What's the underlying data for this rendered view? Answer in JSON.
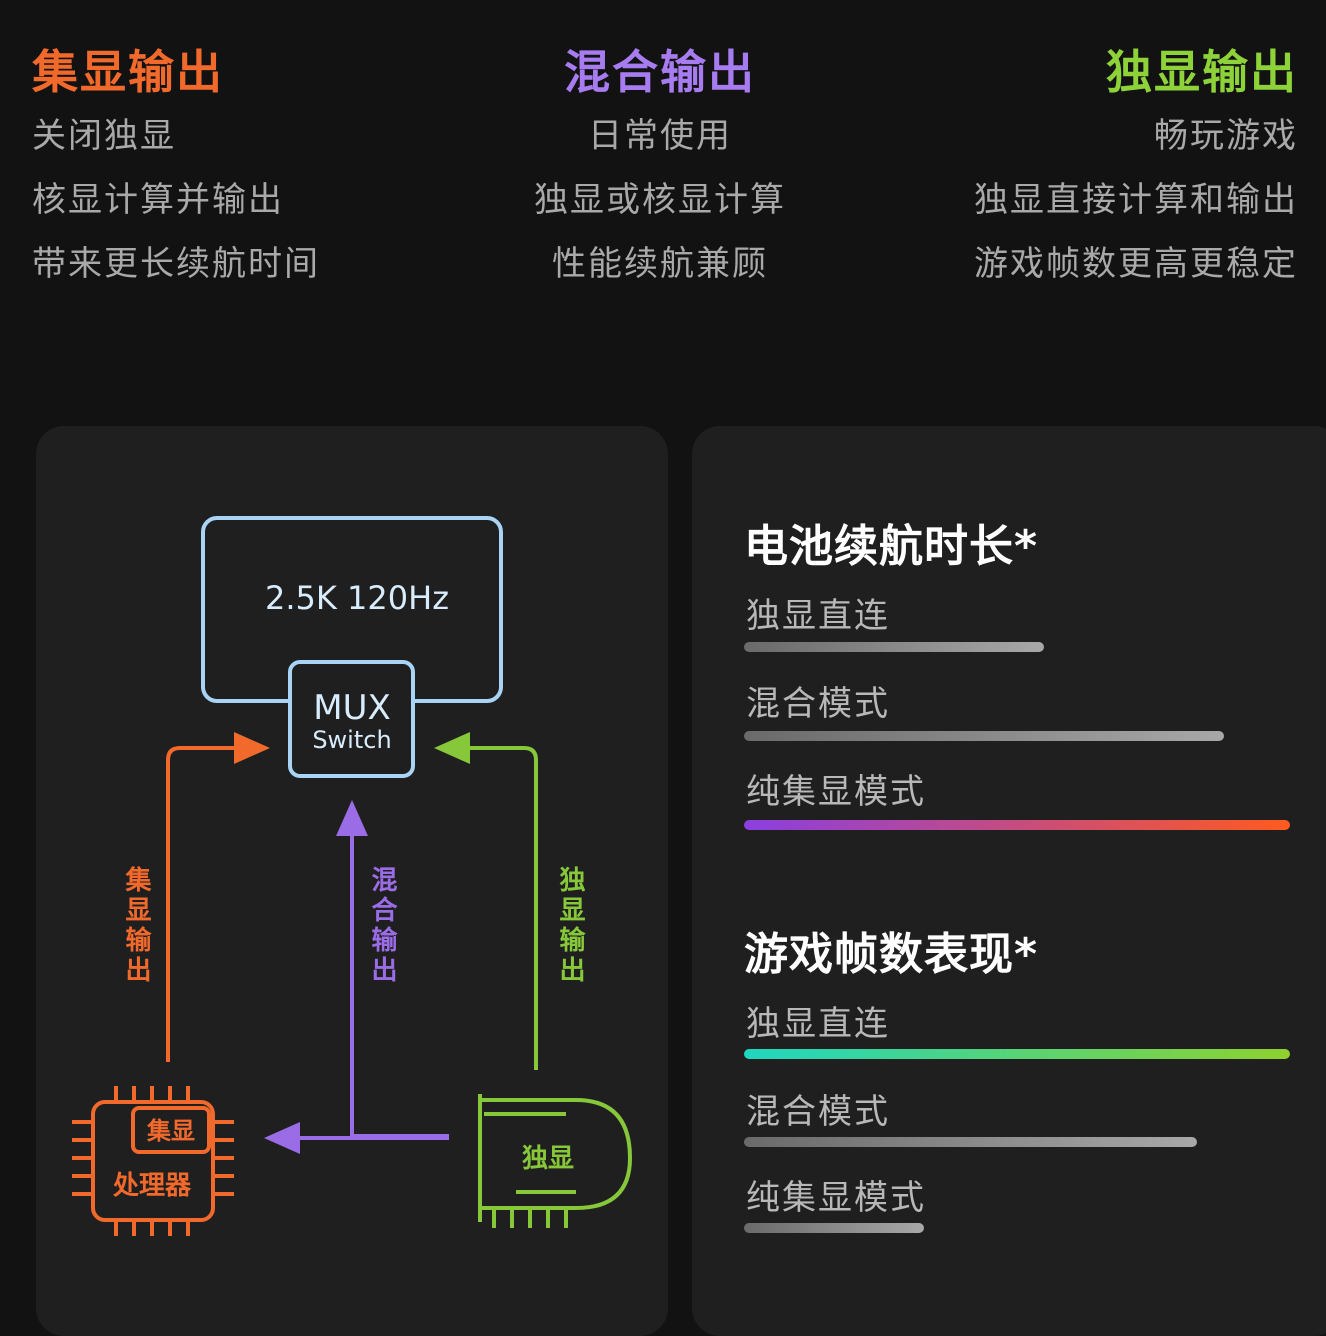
{
  "modes": [
    {
      "title": "集显输出",
      "color": "#f26a2b",
      "lines": [
        "关闭独显",
        "核显计算并输出",
        "带来更长续航时间"
      ]
    },
    {
      "title": "混合输出",
      "color": "#a77cf0",
      "lines": [
        "日常使用",
        "独显或核显计算",
        "性能续航兼顾"
      ]
    },
    {
      "title": "独显输出",
      "color": "#8ed23a",
      "lines": [
        "畅玩游戏",
        "独显直接计算和输出",
        "游戏帧数更高更稳定"
      ]
    }
  ],
  "diagram": {
    "display_label": "2.5K 120Hz",
    "mux_label": "MUX",
    "mux_sub": "Switch",
    "path_igpu": "集显输出",
    "path_hybrid": "混合输出",
    "path_dgpu": "独显输出",
    "cpu_igpu_label": "集显",
    "cpu_label": "处理器",
    "dgpu_label": "独显",
    "colors": {
      "igpu": "#f26a2b",
      "hybrid": "#9a6ce6",
      "dgpu": "#86c83a",
      "display": "#a9d4f5"
    }
  },
  "battery": {
    "title": "电池续航时长*",
    "bars": [
      {
        "label": "独显直连",
        "value": 0.55,
        "style": "gray"
      },
      {
        "label": "混合模式",
        "value": 0.88,
        "style": "gray"
      },
      {
        "label": "纯集显模式",
        "value": 1.0,
        "style": "highlight",
        "colors": [
          "#8b3fe0",
          "#ff5a1f"
        ]
      }
    ]
  },
  "gaming": {
    "title": "游戏帧数表现*",
    "bars": [
      {
        "label": "独显直连",
        "value": 1.0,
        "style": "highlight",
        "colors": [
          "#1fd6c0",
          "#8fd12e"
        ]
      },
      {
        "label": "混合模式",
        "value": 0.83,
        "style": "gray"
      },
      {
        "label": "纯集显模式",
        "value": 0.33,
        "style": "gray"
      }
    ]
  }
}
